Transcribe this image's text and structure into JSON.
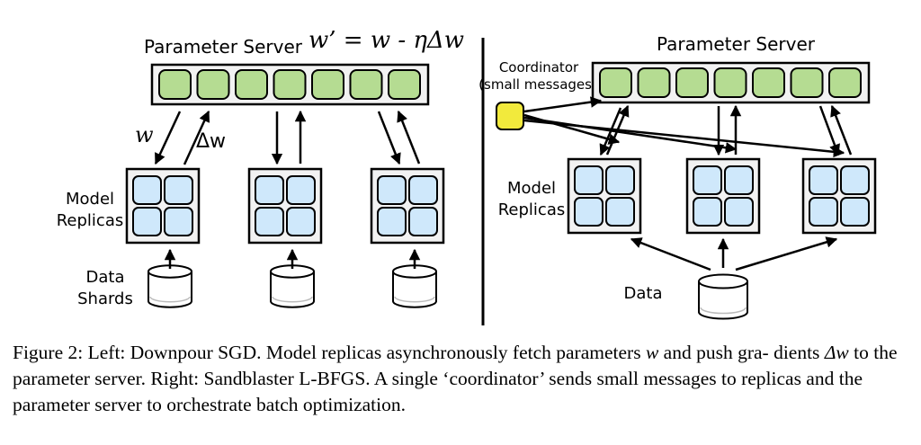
{
  "left": {
    "parameter_server_label": "Parameter Server",
    "update_rule": "w’ = w - ηΔw",
    "arrow_down_label": "w",
    "arrow_up_label": "Δw",
    "replicas_label_line1": "Model",
    "replicas_label_line2": "Replicas",
    "shards_label_line1": "Data",
    "shards_label_line2": "Shards"
  },
  "right": {
    "parameter_server_label": "Parameter Server",
    "coordinator_line1": "Coordinator",
    "coordinator_line2": "(small messages)",
    "replicas_label_line1": "Model",
    "replicas_label_line2": "Replicas",
    "data_label": "Data"
  },
  "colors": {
    "server_cell": "#b5dc92",
    "replica_cell": "#cfe8fb",
    "coordinator": "#f2ea3c",
    "panel_bg": "#f2f2f2",
    "stroke": "#000000"
  },
  "caption": {
    "part1": "Figure 2: Left: Downpour SGD. Model replicas asynchronously fetch parameters ",
    "w_symbol": "w",
    "part2": " and push gra- dients ",
    "dw_symbol": "Δw",
    "part3": " to the parameter server. Right: Sandblaster L-BFGS. A single ‘coordinator’ sends small messages to replicas and the parameter server to orchestrate batch optimization."
  }
}
